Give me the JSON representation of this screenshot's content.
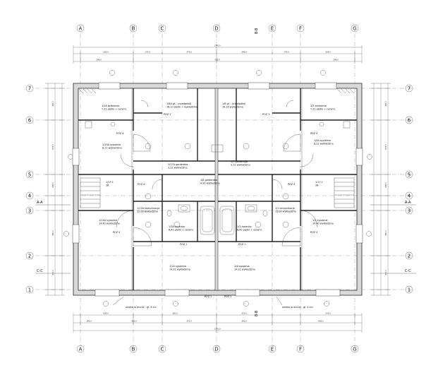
{
  "axes": {
    "columns": [
      "A",
      "B",
      "C",
      "D",
      "E",
      "F",
      "G"
    ],
    "rows": [
      "1",
      "2",
      "3",
      "4",
      "5",
      "6",
      "7"
    ]
  },
  "sections": {
    "top": "B-B",
    "left_top": "A-A",
    "right_top": "A-A",
    "left_bottom": "C-C",
    "right_bottom": "C-C"
  },
  "dimensions": {
    "overall_top": "1776.0",
    "overall_bottom": "1776.0",
    "top_row2": [
      "335.0",
      "175.0",
      "370.0",
      "340.0",
      "175.0",
      "335.0"
    ],
    "top_row1": [
      "208.0",
      "516.0",
      "208.0"
    ],
    "bottom_row1": [
      "500.0",
      "360.0",
      "325.0",
      "535.0"
    ],
    "bottom_row2": [
      "165.0",
      "490.0",
      "370.0",
      "340.0",
      "430.0"
    ],
    "left": [
      "450.0",
      "675.0",
      "435.0",
      "280.0",
      "470.0"
    ],
    "right": [
      "450.0",
      "675.0",
      "435.0",
      "280.0",
      "470.0"
    ]
  },
  "rooms": [
    {
      "code": "1/16",
      "name": "kotłownia",
      "area": "7,21",
      "finish": "płytki + cerami."
    },
    {
      "code": "1/8A",
      "name": "gł. - przedpokój",
      "area": "16,10",
      "finish": "płytki + wykładzina"
    },
    {
      "code": "1/6",
      "name": "gł. - przedpokój",
      "area": "16,16",
      "finish": "wykładzina"
    },
    {
      "code": "1/5",
      "name": "kotłownia",
      "area": "7,21",
      "finish": "płytki + cerami."
    },
    {
      "code": "1/15A",
      "name": "sypialnia",
      "area": "8,11",
      "finish": "wykładzina"
    },
    {
      "code": "1/4A",
      "name": "sypialnia",
      "area": "8,11",
      "finish": "wykładzina"
    },
    {
      "code": "1/17A",
      "name": "garderoba",
      "area": "3,12",
      "finish": "wykładzina"
    },
    {
      "code": "1/7",
      "name": "garderoba",
      "area": "3,12",
      "finish": "wykładzina"
    },
    {
      "code": "1/8",
      "name": "garderoba",
      "area": "4,92",
      "finish": "wykładzina"
    },
    {
      "code": "1/17.1",
      "name": "",
      "area": "28",
      "finish": ""
    },
    {
      "code": "1/17.1",
      "name": "",
      "area": "28",
      "finish": ""
    },
    {
      "code": "1/13A",
      "name": "komunikacja",
      "area": "12,00",
      "finish": "wykładzina"
    },
    {
      "code": "1/1",
      "name": "komunikacja",
      "area": "12,00",
      "finish": "wykładzina"
    },
    {
      "code": "1/14A",
      "name": "sypialnia",
      "area": "14,40",
      "finish": "wykładzina"
    },
    {
      "code": "1/3A",
      "name": "łazienka",
      "area": "8,43",
      "finish": "płytki + cerami."
    },
    {
      "code": "1/3",
      "name": "łazienka",
      "area": "8,43",
      "finish": "płytki + cerami."
    },
    {
      "code": "1/2",
      "name": "sypialnia",
      "area": "14,40",
      "finish": "wykładzina"
    },
    {
      "code": "1/1A",
      "name": "sypialnia",
      "area": "14,31",
      "finish": "wykładzina"
    },
    {
      "code": "1/4",
      "name": "sypialnia",
      "area": "14,31",
      "finish": "wykładzina"
    }
  ],
  "labels": {
    "poz1": "POZ 1",
    "poz4": "POZ 4",
    "note_left": "wnęka w murze - gł. 4 cm",
    "note_right": "wnęka w murze - gł. 4 cm"
  },
  "colors": {
    "wall_fill": "#d9d9d9",
    "line": "#222222",
    "background": "#ffffff"
  }
}
